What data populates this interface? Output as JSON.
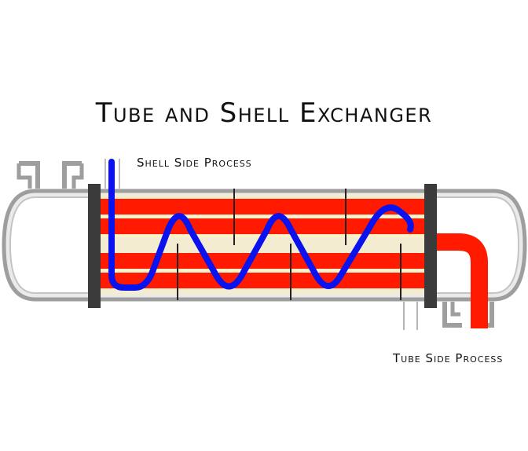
{
  "title": "Tube and Shell Exchanger",
  "labels": {
    "shell_side": "Shell Side Process",
    "tube_side": "Tube Side Process"
  },
  "colors": {
    "background": "#ffffff",
    "shell_outline": "#9e9e9e",
    "shell_fill": "#e9e9e9",
    "tube_sheet": "#3b3b3b",
    "tube": "#ff1a00",
    "tube_gap": "#f4ecd0",
    "shell_flow": "#0a12ee",
    "tube_flow": "#ff1a00",
    "baffle": "#222222"
  }
}
